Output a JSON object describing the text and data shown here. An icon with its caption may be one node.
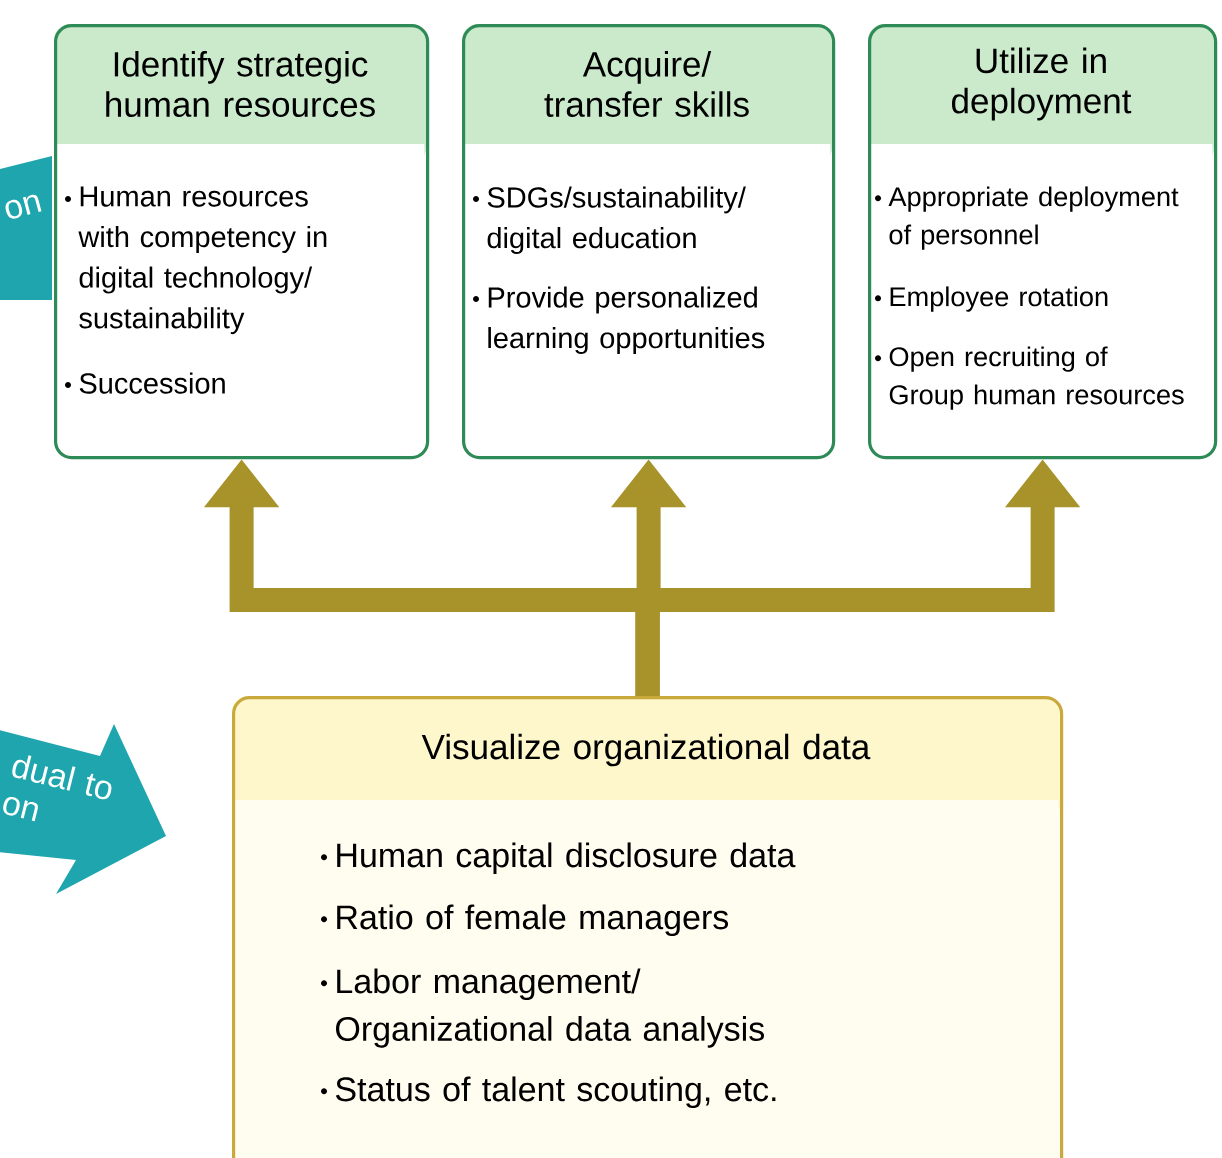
{
  "diagram": {
    "nodes": [
      {
        "text": [
          "Identify strategic human resources",
          "Human resources with competency in digital technology/ sustainability",
          "Succession"
        ]
      },
      {
        "text": [
          "Acquire/ transfer skills",
          "SDGs/sustainability/ digital education",
          "Provide personalized learning opportunities"
        ]
      },
      {
        "text": [
          "Utilize in deployment",
          "Appropriate deployment of personnel",
          "Employee rotation",
          "Open recruiting of Group human resources"
        ]
      },
      {
        "text": [
          "Visualize organizational data",
          "Human capital disclosure data",
          "Ratio of female managers",
          "Labor management/ Organizational data analysis",
          "Status of talent scouting, etc."
        ]
      },
      {
        "text": [
          "on"
        ]
      },
      {
        "text": [
          "dual to on"
        ]
      }
    ],
    "edges": [
      {
        "from": 3,
        "to": 0,
        "arrow": "to"
      },
      {
        "from": 3,
        "to": 1,
        "arrow": "to"
      },
      {
        "from": 3,
        "to": 2,
        "arrow": "to"
      }
    ]
  }
}
